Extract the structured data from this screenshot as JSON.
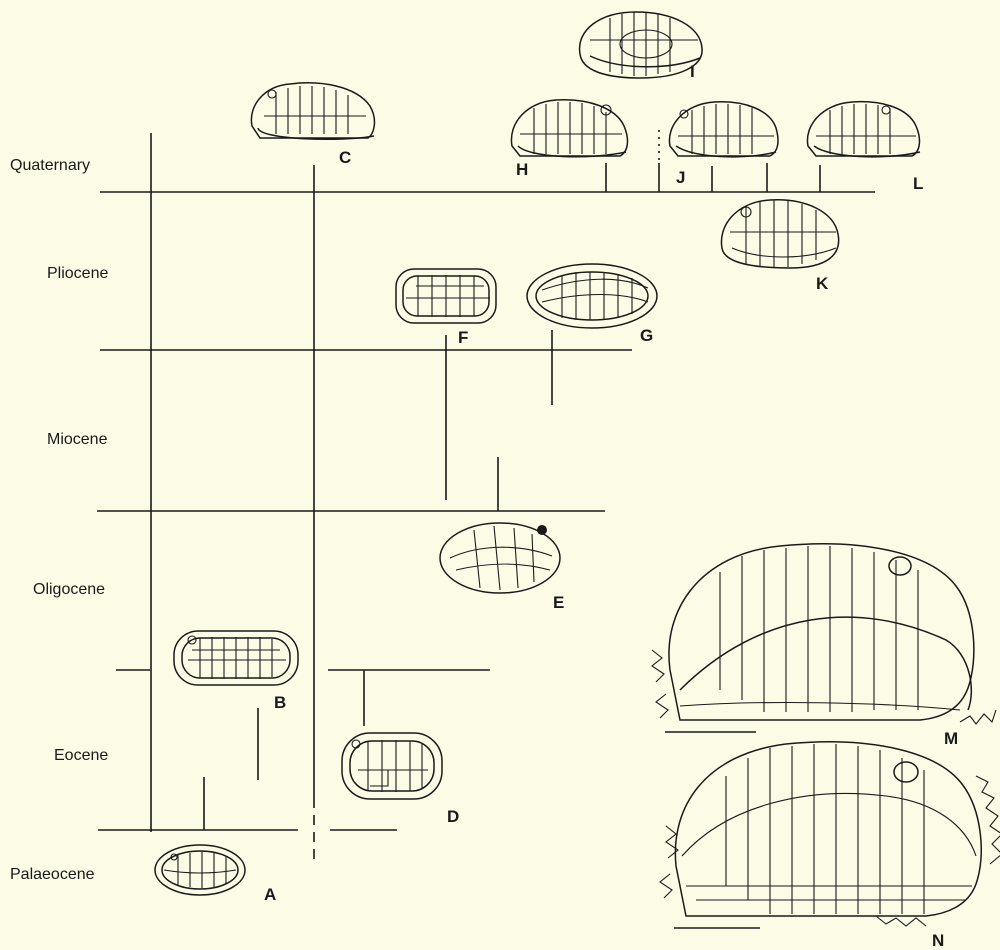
{
  "periods": [
    "Quaternary",
    "Pliocene",
    "Miocene",
    "Oligocene",
    "Eocene",
    "Palaeocene"
  ],
  "specimens": [
    "A",
    "B",
    "C",
    "D",
    "E",
    "F",
    "G",
    "H",
    "I",
    "J",
    "K",
    "L",
    "M",
    "N"
  ]
}
